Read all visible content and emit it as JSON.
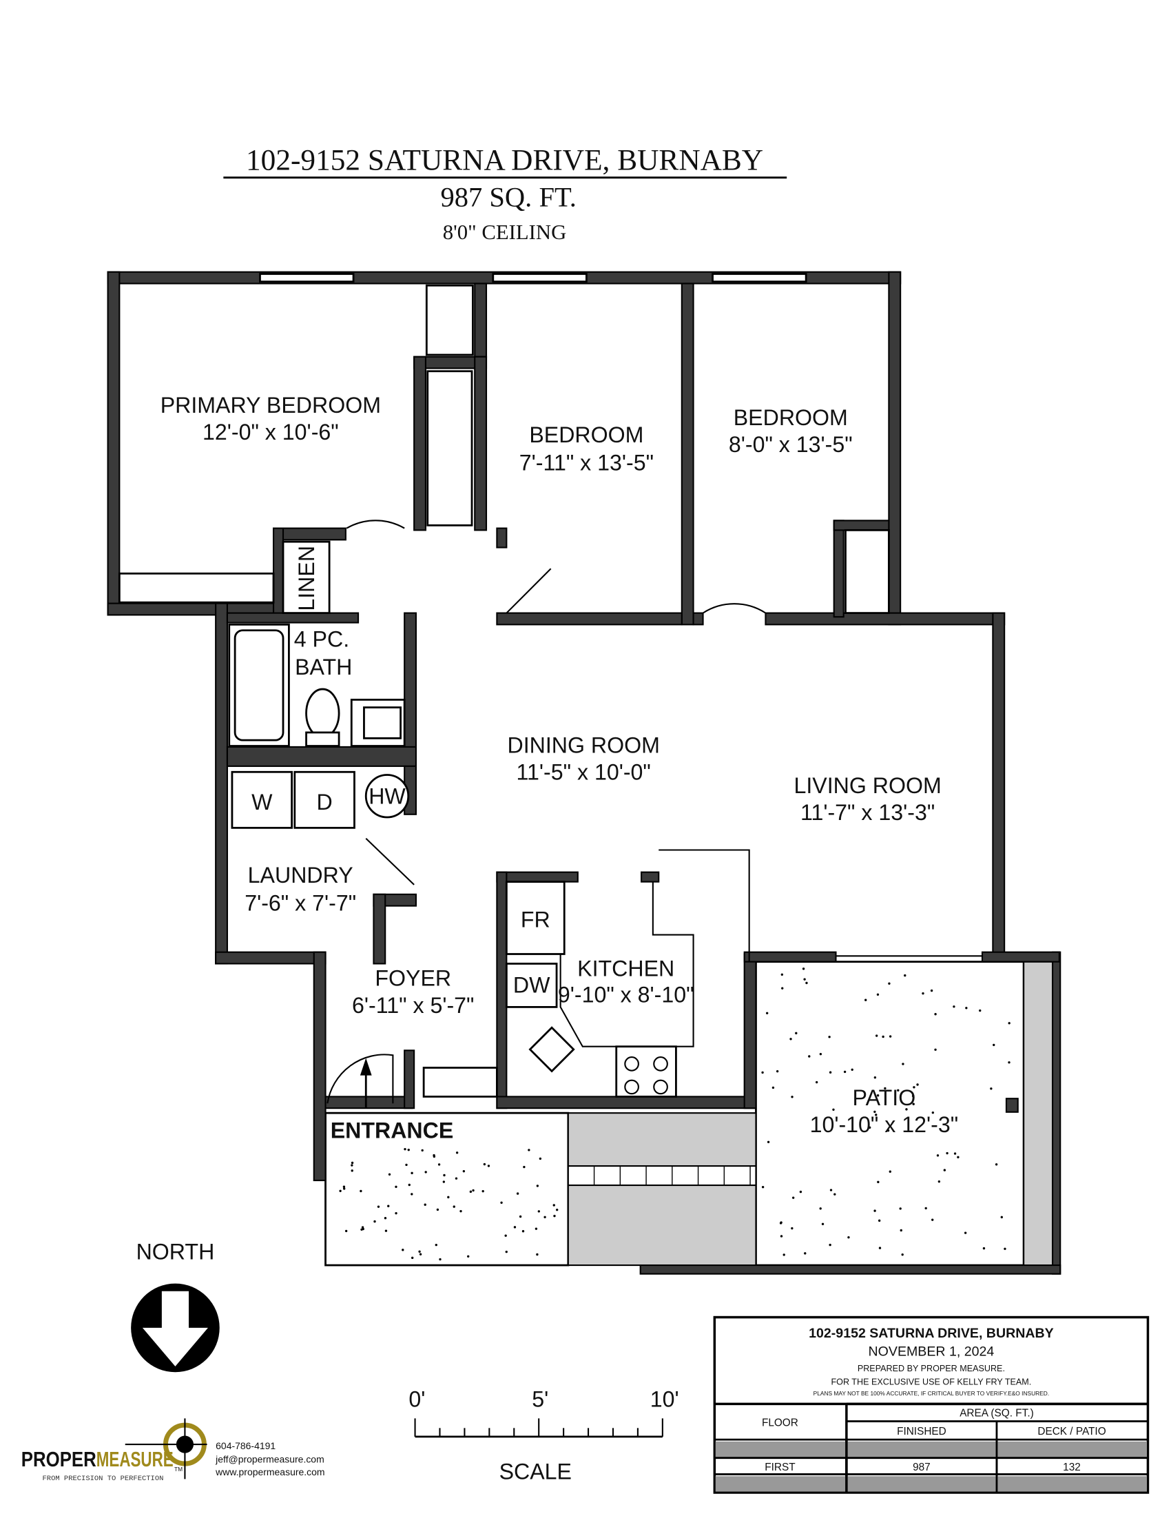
{
  "header": {
    "address": "102-9152 SATURNA DRIVE, BURNABY",
    "area": "987 SQ. FT.",
    "ceiling": "8'0\" CEILING"
  },
  "rooms": [
    {
      "name": "PRIMARY BEDROOM",
      "dims": "12'-0\" x 10'-6\""
    },
    {
      "name": "BEDROOM",
      "dims": "7'-11\" x 13'-5\""
    },
    {
      "name": "BEDROOM",
      "dims": "8'-0\" x 13'-5\""
    },
    {
      "name": "DINING ROOM",
      "dims": "11'-5\" x 10'-0\""
    },
    {
      "name": "LIVING ROOM",
      "dims": "11'-7\" x 13'-3\""
    },
    {
      "name": "LAUNDRY",
      "dims": "7'-6\" x 7'-7\""
    },
    {
      "name": "FOYER",
      "dims": "6'-11\" x 5'-7\""
    },
    {
      "name": "KITCHEN",
      "dims": "9'-10\" x 8'-10\""
    },
    {
      "name": "PATIO",
      "dims": "10'-10\" x 12'-3\""
    }
  ],
  "fixtures": {
    "linen": "LINEN",
    "bath1": "4 PC.",
    "bath2": "BATH",
    "washer": "W",
    "dryer": "D",
    "hot_water": "HW",
    "fridge": "FR",
    "dishwasher": "DW",
    "entrance": "ENTRANCE"
  },
  "north": {
    "label": "NORTH"
  },
  "scale": {
    "ticks": [
      "0'",
      "5'",
      "10'"
    ],
    "label": "SCALE"
  },
  "logo": {
    "brand_a": "PROPER",
    "brand_b": "MEASURE",
    "tm": "TM",
    "tagline": "FROM PRECISION TO PERFECTION",
    "phone": "604-786-4191",
    "email": "jeff@propermeasure.com",
    "web": "www.propermeasure.com",
    "accent": "#a08a1c"
  },
  "title_block": {
    "address": "102-9152 SATURNA DRIVE, BURNABY",
    "date": "NOVEMBER 1, 2024",
    "prepared": "PREPARED BY PROPER MEASURE.",
    "exclusive": "FOR THE EXCLUSIVE USE OF KELLY FRY TEAM.",
    "disclaimer": "PLANS MAY NOT BE 100% ACCURATE, IF CRITICAL BUYER TO VERIFY.E&O INSURED.",
    "col_floor": "FLOOR",
    "col_area": "AREA (SQ. FT.)",
    "col_finished": "FINISHED",
    "col_deck": "DECK / PATIO",
    "rows": [
      {
        "floor": "FIRST",
        "finished": "987",
        "deck": "132"
      }
    ]
  }
}
